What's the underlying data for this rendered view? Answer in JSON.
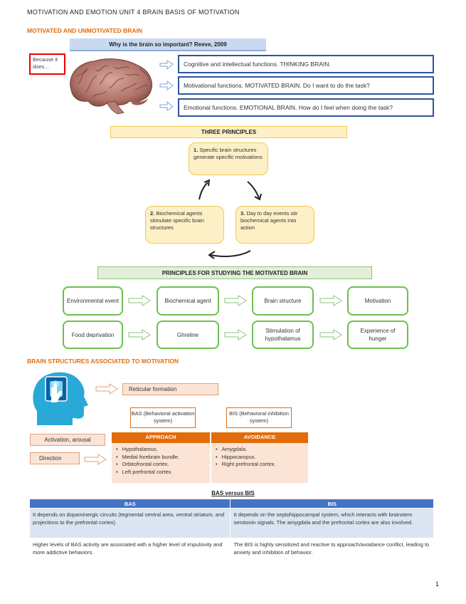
{
  "doc_title": "MOTIVATION AND EMOTION UNIT 4 BRAIN BASIS OF MOTIVATION",
  "section1": {
    "heading": "MOTIVATED AND UNMOTIVATED BRAIN",
    "why": "Why is the brain so important? Reeve, 2009",
    "because": "Because it does...",
    "functions": [
      "Cognitive and intellectual functions. THINKING BRAIN.",
      "Motivational functions. MOTIVATED BRAIN. Do I want to do the task?",
      "Emotional functions. EMOTIONAL BRAIN. How do I feel when doing the task?"
    ]
  },
  "principles": {
    "title": "THREE PRINCIPLES",
    "p1_num": "1.",
    "p1": "Specific brain structures generate specific motivations",
    "p2_num": "2.",
    "p2": "Biochemical agents stimulate specific brain structures",
    "p3_num": "3.",
    "p3": "Day to day events stir biochemical agents into action"
  },
  "study": {
    "title": "PRINCIPLES FOR STUDYING THE MOTIVATED BRAIN",
    "row1": [
      "Environmental event",
      "Biochemical agent",
      "Brain structure",
      "Motivation"
    ],
    "row2": [
      "Food deprivation",
      "Ghreline",
      "Stimulation of hypothalamus",
      "Experience of hunger"
    ]
  },
  "section2": {
    "heading": "BRAIN STRUCTURES ASSOCIATED TO MOTIVATION",
    "reticular": "Reticular formation",
    "activation": "Activation, arousal",
    "direction": "Direction",
    "bas_label": "BAS (Behavioral activation system)",
    "bis_label": "BIS (Behavioral inhibition system)",
    "approach": "APPROACH",
    "avoidance": "AVOIDANCE",
    "approach_items": [
      "Hypothalamus.",
      "Medial forebrain bundle.",
      "Orbitofrontal cortex.",
      "Left prefrontal cortex."
    ],
    "avoidance_items": [
      "Amygdala.",
      "Hippocampus.",
      "Right prefrontal cortex."
    ]
  },
  "table": {
    "caption": "BAS versus BIS",
    "headers": [
      "BAS",
      "BIS"
    ],
    "rows": [
      [
        "It depends on dopaminergic circuits (tegmental ventral area, ventral striatum, and projections to the prefrontal cortex).",
        "It depends on the septohippocampal system, which interacts with brainstem serotonin signals. The amygdala and the prefrontal cortex are also involved."
      ],
      [
        "Higher levels of BAS activity are associated with a higher level of impulsivity and more addictive behaviors.",
        "The BIS is highly sensitized and reactive to approach/avoidance conflict, leading to anxiety and inhibition of behavior."
      ]
    ]
  },
  "page_number": "1",
  "colors": {
    "orange": "#e36c0a",
    "blue": "#2e5597",
    "green": "#6cbf4f",
    "yellow": "#fdf0c7"
  }
}
